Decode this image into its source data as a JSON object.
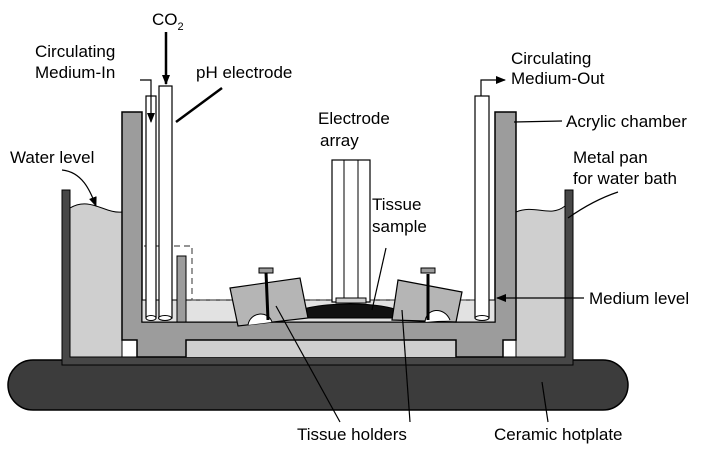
{
  "labels": {
    "co2": "CO",
    "co2_sub": "2",
    "medium_in_1": "Circulating",
    "medium_in_2": "Medium-In",
    "ph_electrode": "pH electrode",
    "medium_out_1": "Circulating",
    "medium_out_2": "Medium-Out",
    "electrode_array_1": "Electrode",
    "electrode_array_2": "array",
    "acrylic_chamber": "Acrylic chamber",
    "water_level": "Water level",
    "metal_pan_1": "Metal pan",
    "metal_pan_2": "for water bath",
    "tissue_sample_1": "Tissue",
    "tissue_sample_2": "sample",
    "medium_level": "Medium level",
    "tissue_holders": "Tissue holders",
    "ceramic_hotplate": "Ceramic hotplate"
  },
  "colors": {
    "hotplate": "#3c3c3c",
    "pan": "#474747",
    "water": "#cfcfcf",
    "chamber": "#9c9c9c",
    "medium": "#e2e2e2",
    "tissue": "#111111",
    "outline": "#000000"
  }
}
